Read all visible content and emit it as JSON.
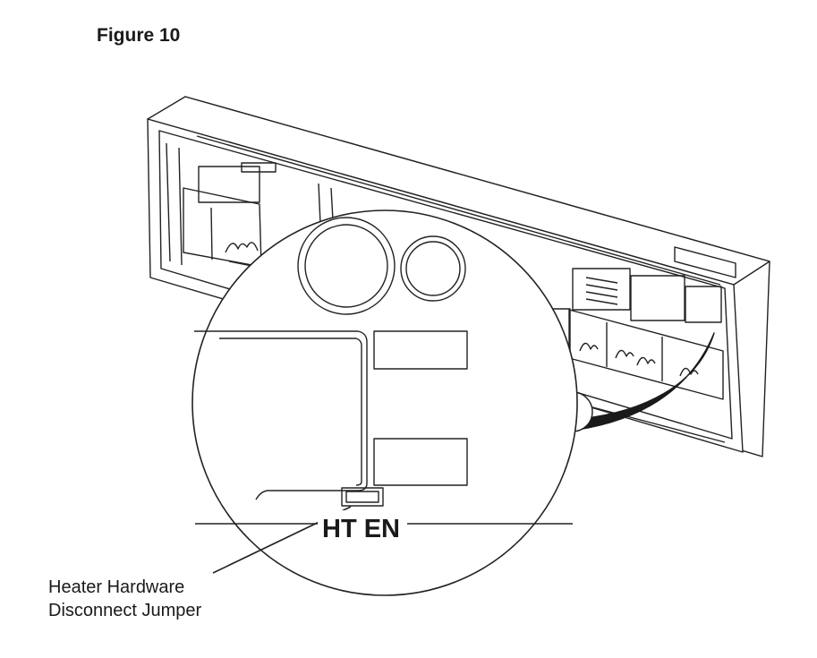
{
  "figure": {
    "title": "Figure 10"
  },
  "magnified_view": {
    "jumper_label": "HT EN"
  },
  "callout": {
    "line1": "Heater Hardware",
    "line2": "Disconnect Jumper"
  }
}
